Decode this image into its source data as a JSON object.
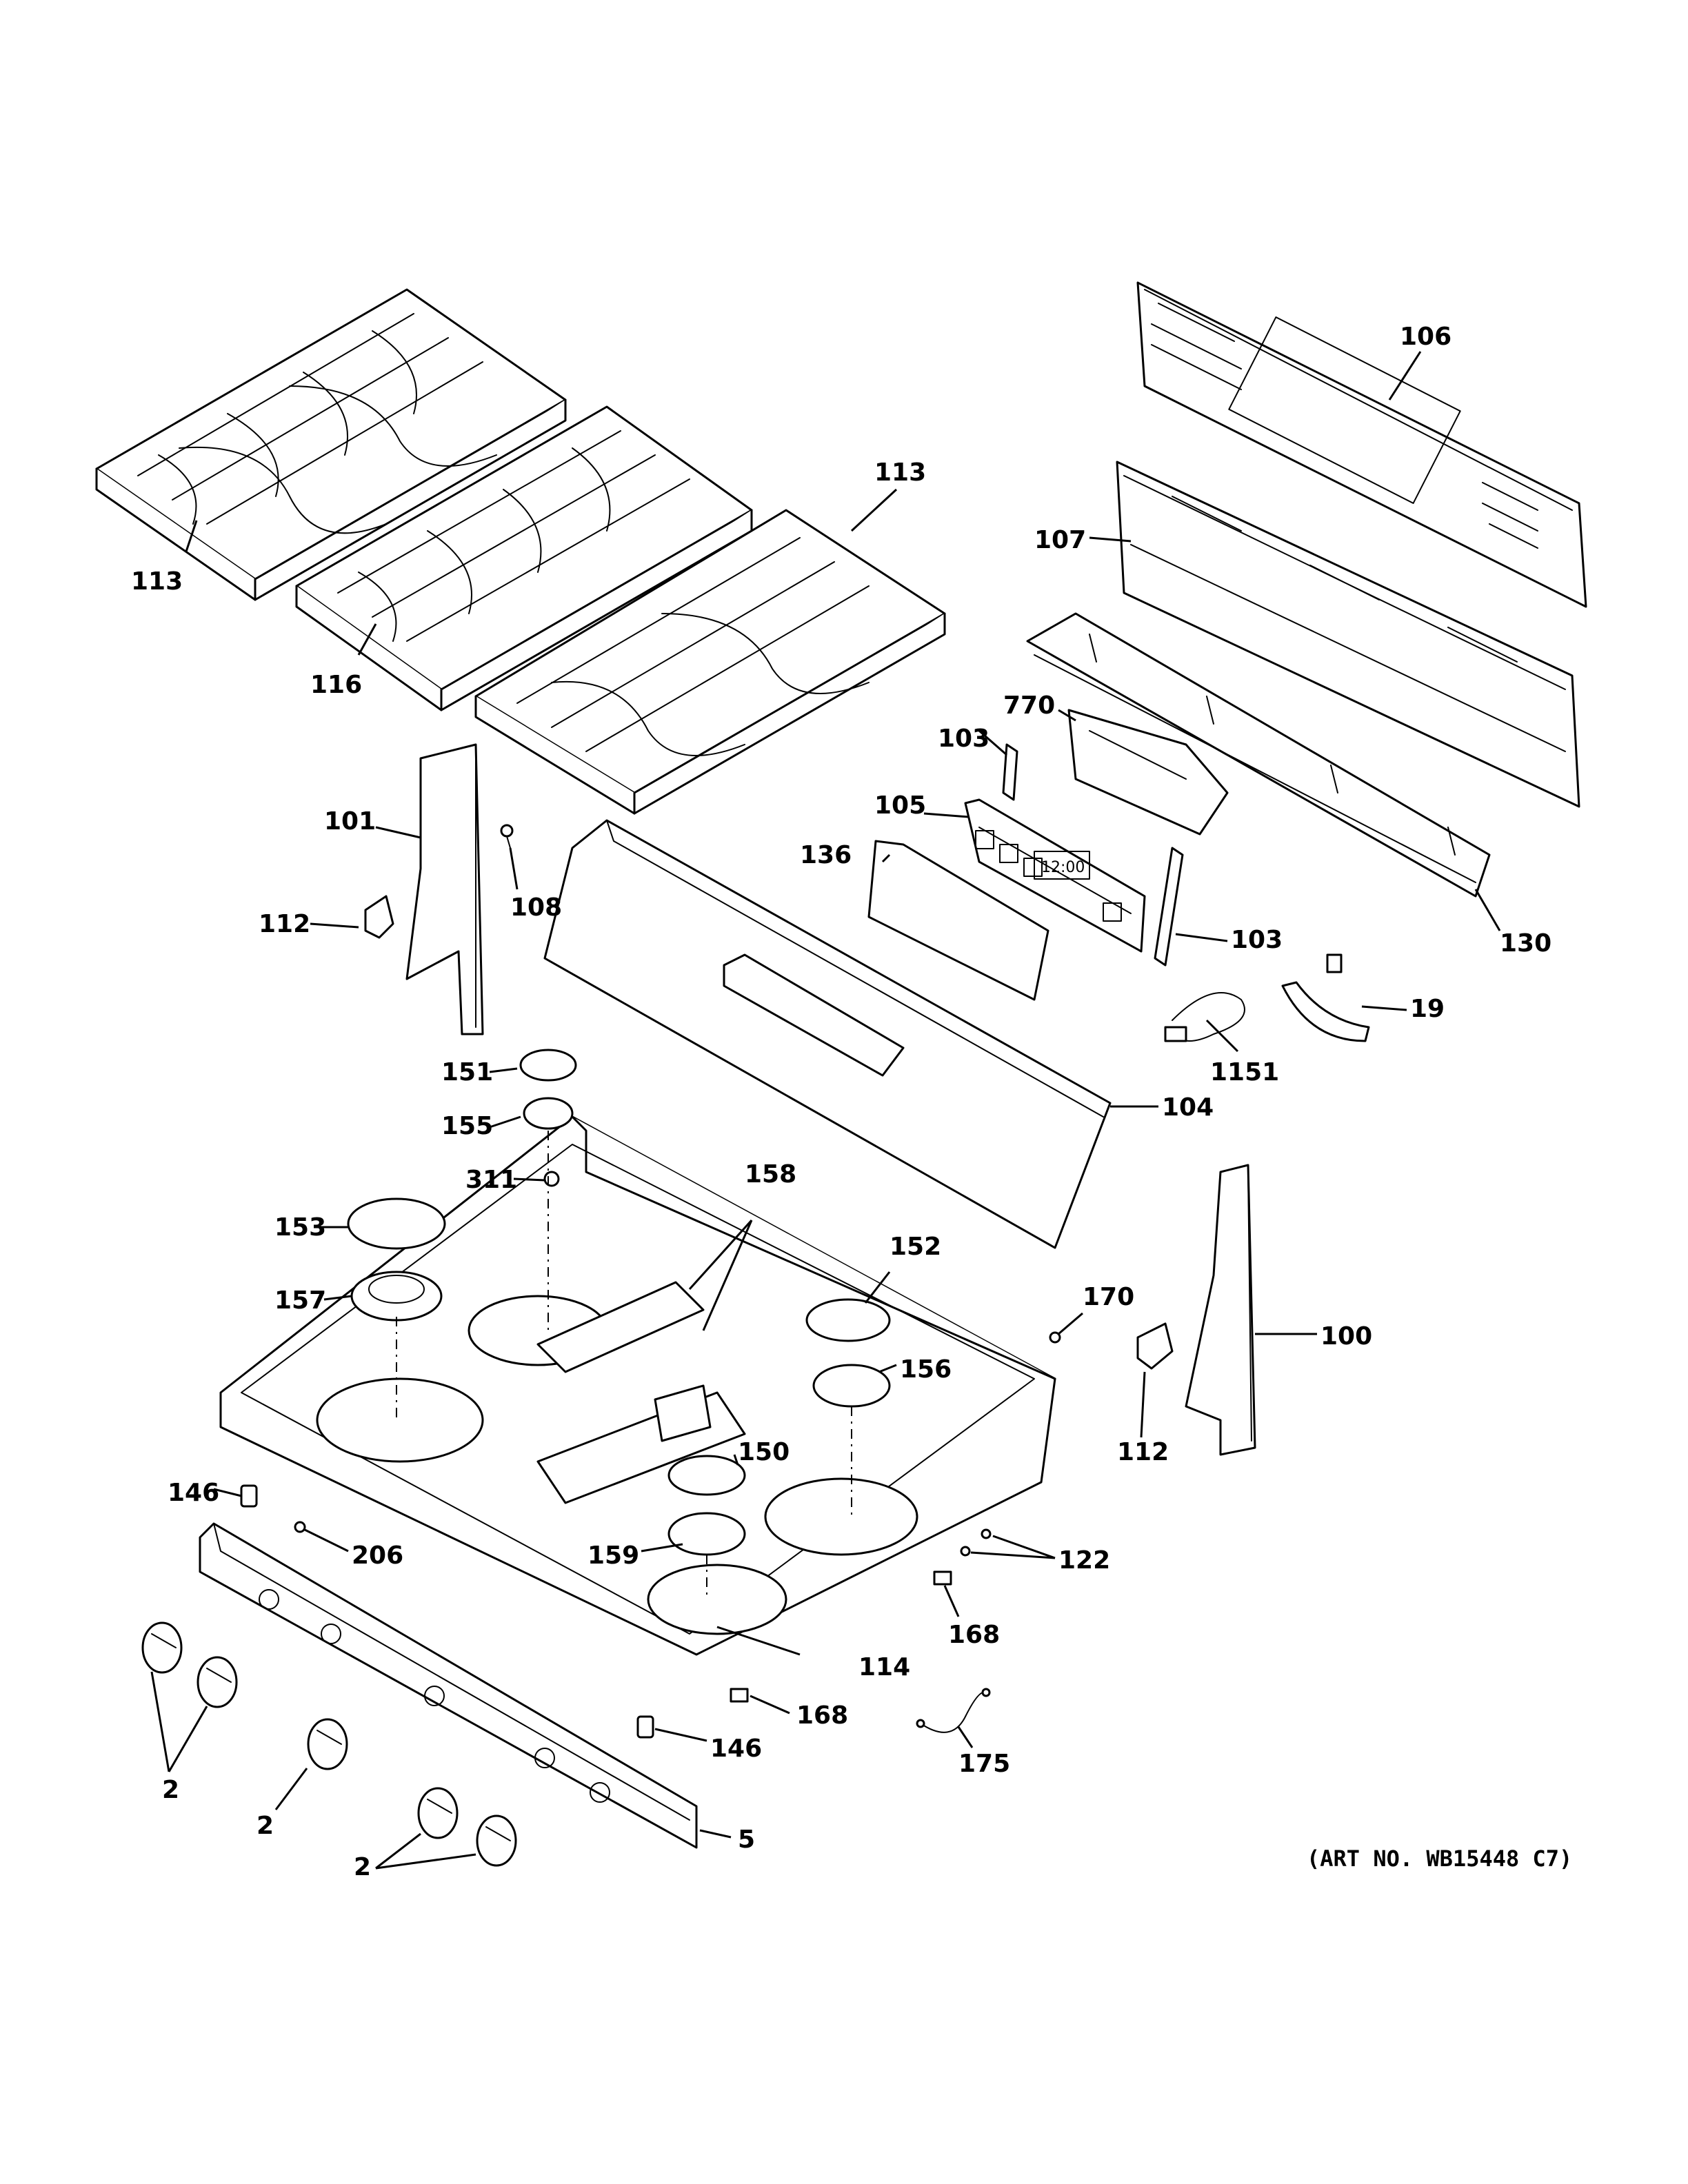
{
  "callouts": {
    "c113a": "113",
    "c113b": "113",
    "c116": "116",
    "c106": "106",
    "c107": "107",
    "c770": "770",
    "c103a": "103",
    "c103b": "103",
    "c105": "105",
    "c136": "136",
    "c130": "130",
    "c101": "101",
    "c108": "108",
    "c112a": "112",
    "c112b": "112",
    "c19": "19",
    "c1151": "1151",
    "c151": "151",
    "c104": "104",
    "c155": "155",
    "c311": "311",
    "c158": "158",
    "c153": "153",
    "c152": "152",
    "c170": "170",
    "c100": "100",
    "c157": "157",
    "c156": "156",
    "c150": "150",
    "c146a": "146",
    "c146b": "146",
    "c206": "206",
    "c159": "159",
    "c122": "122",
    "c168a": "168",
    "c168b": "168",
    "c114": "114",
    "c175": "175",
    "c2a": "2",
    "c2b": "2",
    "c2c": "2",
    "c5": "5"
  },
  "art_number": "(ART NO. WB15448 C7)",
  "display_clock": "12:00"
}
